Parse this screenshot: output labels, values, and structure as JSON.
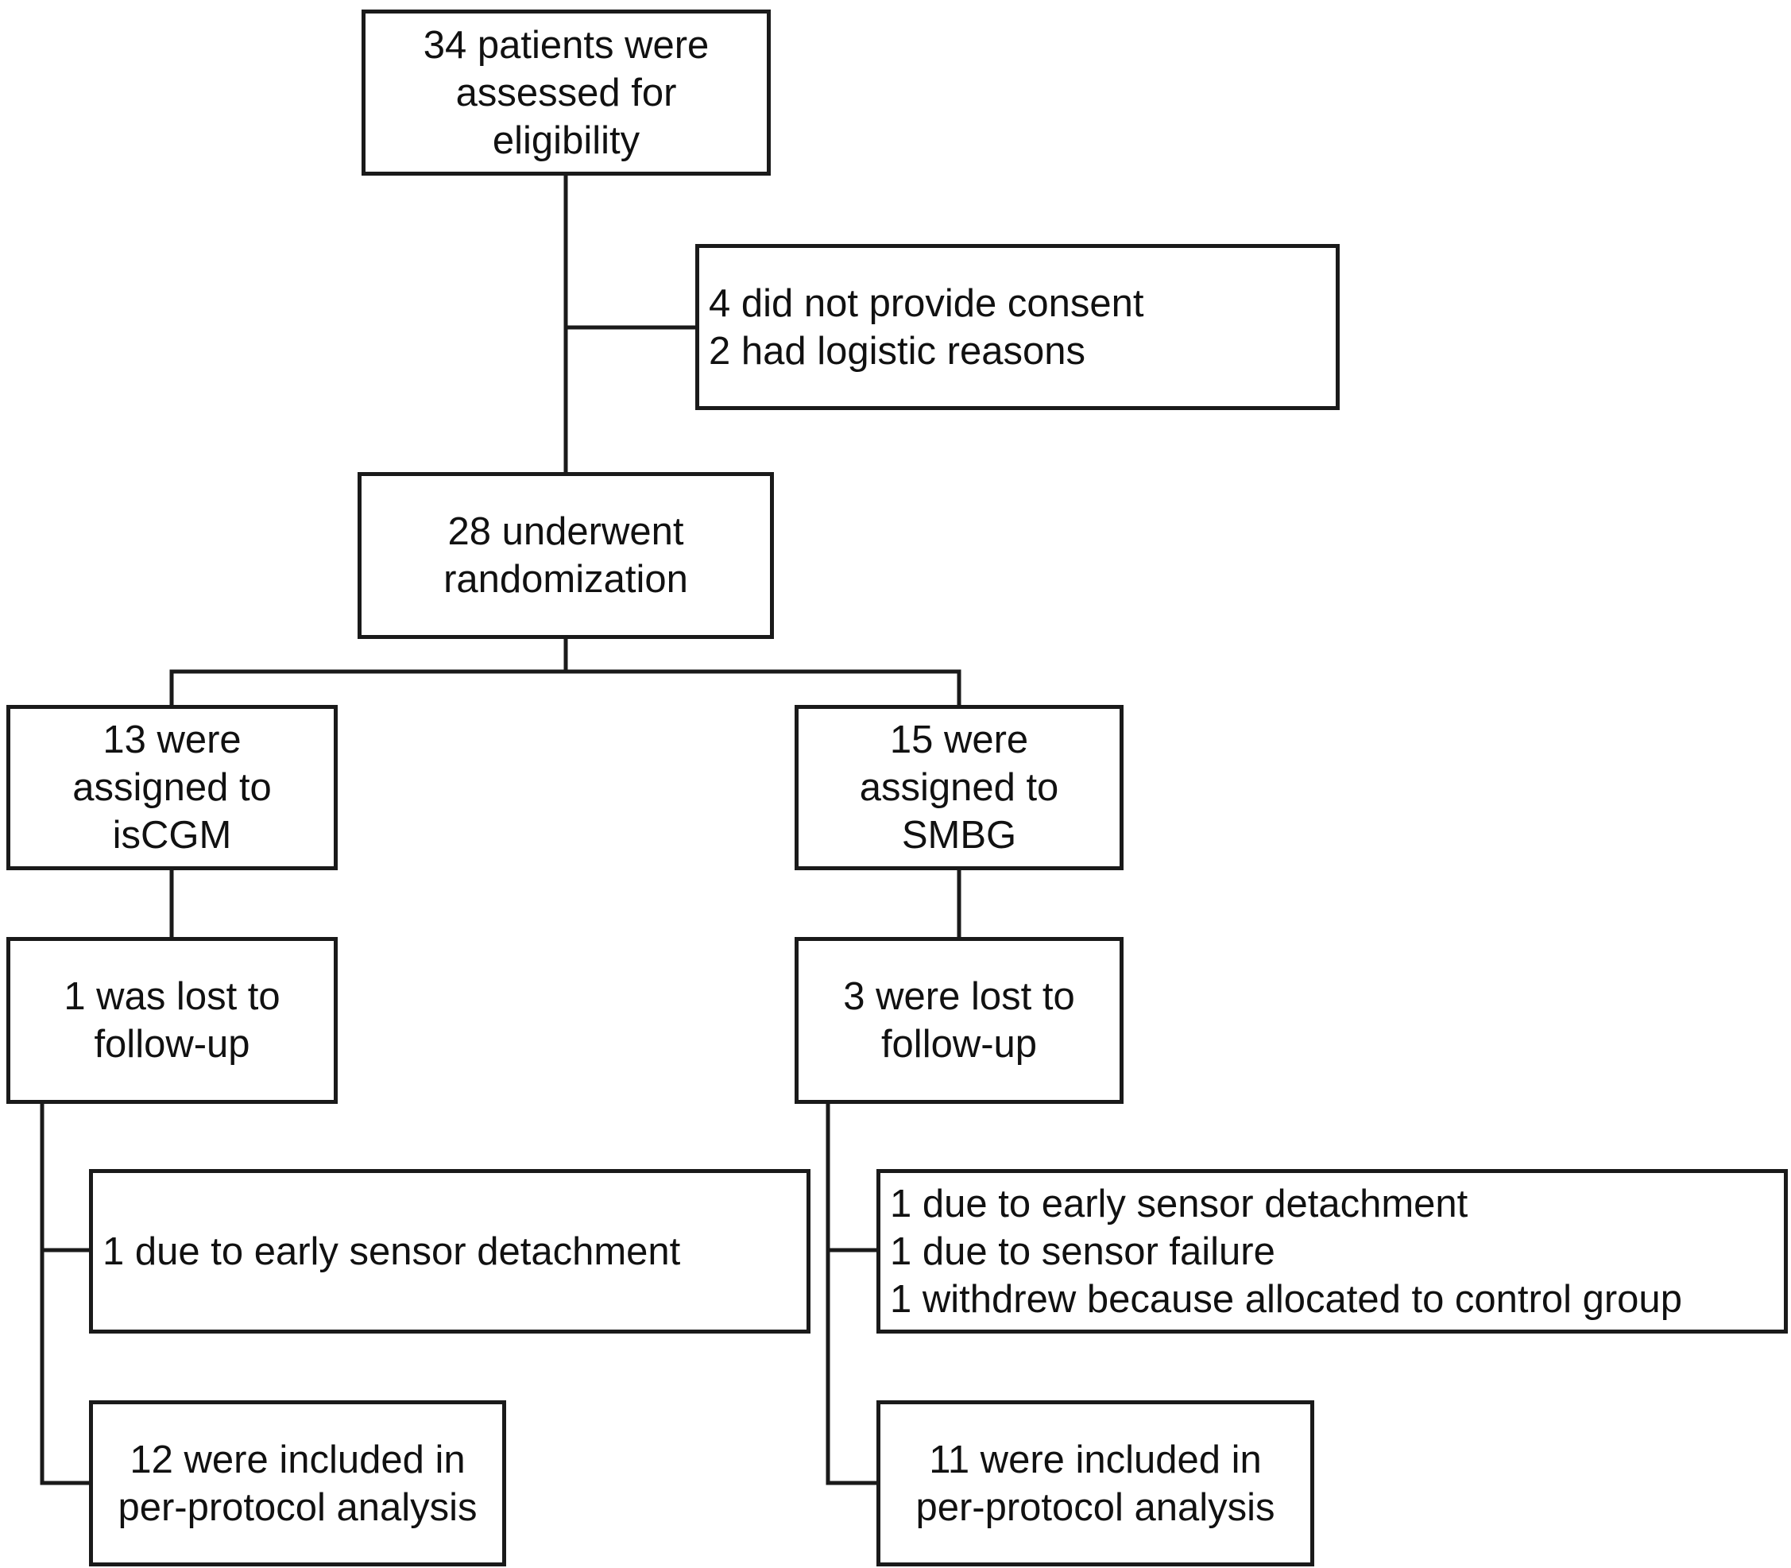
{
  "boxes": {
    "assessed": {
      "lines": [
        "34 patients were",
        "assessed for",
        "eligibility"
      ]
    },
    "excluded": {
      "lines": [
        "4 did not provide consent",
        "2 had logistic reasons"
      ]
    },
    "randomized": {
      "lines": [
        "28 underwent",
        "randomization"
      ]
    },
    "iscgm_assigned": {
      "lines": [
        "13 were",
        "assigned to",
        "isCGM"
      ]
    },
    "smbg_assigned": {
      "lines": [
        "15 were",
        "assigned to",
        "SMBG"
      ]
    },
    "iscgm_lost": {
      "lines": [
        "1 was lost to",
        "follow-up"
      ]
    },
    "smbg_lost": {
      "lines": [
        "3 were lost to",
        "follow-up"
      ]
    },
    "iscgm_reasons": {
      "lines": [
        "1 due to early sensor detachment"
      ]
    },
    "smbg_reasons": {
      "lines": [
        "1 due to early sensor detachment",
        "1 due to sensor failure",
        "1 withdrew because allocated to control group"
      ]
    },
    "iscgm_analyzed": {
      "lines": [
        "12 were included in",
        "per-protocol analysis"
      ]
    },
    "smbg_analyzed": {
      "lines": [
        "11 were included in",
        "per-protocol analysis"
      ]
    }
  }
}
